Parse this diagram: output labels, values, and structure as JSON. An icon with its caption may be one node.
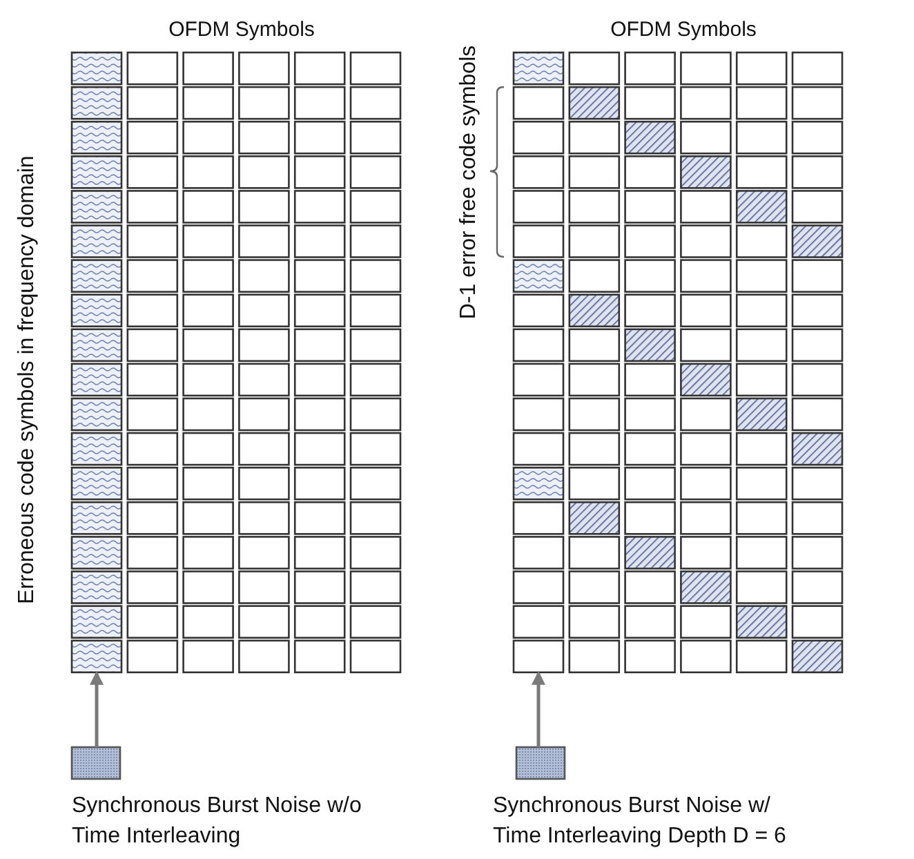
{
  "diagram": {
    "nodes": [
      {
        "text": [],
        "shape": "box",
        "beside": [
          "Synchronous Burst Noise w/o Time Interleaving"
        ]
      },
      {
        "text": [],
        "shape": "box"
      },
      {
        "text": [],
        "shape": "box",
        "beside": [
          "Synchronous Burst Noise w/ Time Interleaving Depth D = 6"
        ]
      },
      {
        "text": [],
        "shape": "box"
      }
    ],
    "edges": [
      {
        "from": 0,
        "to": 1,
        "arrow": "to"
      },
      {
        "from": 2,
        "to": 3,
        "arrow": "to"
      }
    ],
    "labels": [
      "OFDM Symbols",
      "OFDM Symbols",
      "Erroneous code symbols in frequency domain",
      "D-1 error free code symbols"
    ]
  }
}
